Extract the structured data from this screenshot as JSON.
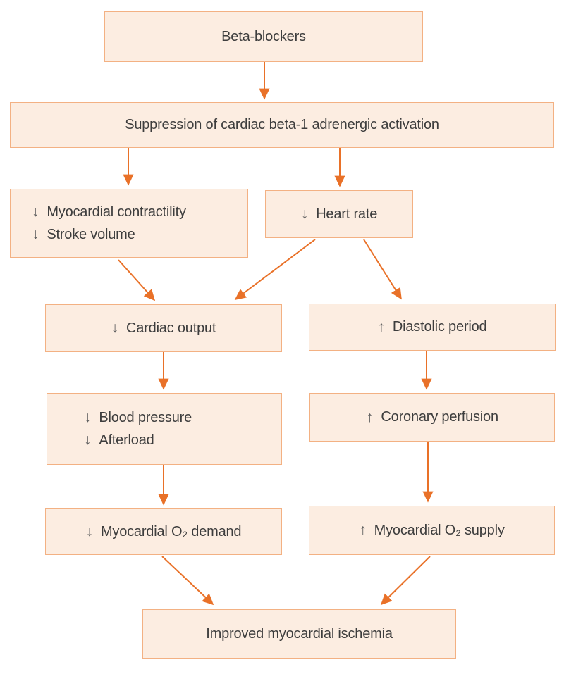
{
  "diagram": {
    "title": "Beta-blockers mechanism flowchart",
    "colors": {
      "box_fill": "#fcede1",
      "box_border": "#f3b183",
      "arrow": "#e97128",
      "text": "#3d3d3d",
      "glyph": "#5f5f5f",
      "background": "#ffffff"
    },
    "nodes": {
      "beta": {
        "text": "Beta-blockers"
      },
      "suppression": {
        "text": "Suppression of cardiac beta-1 adrenergic activation"
      },
      "contractility": {
        "lines": [
          {
            "glyph": "↓",
            "text": "Myocardial contractility"
          },
          {
            "glyph": "↓",
            "text": "Stroke volume"
          }
        ]
      },
      "heart_rate": {
        "glyph": "↓",
        "text": "Heart rate"
      },
      "cardiac_output": {
        "glyph": "↓",
        "text": "Cardiac output"
      },
      "diastolic": {
        "glyph": "↑",
        "text": "Diastolic period"
      },
      "blood_pressure": {
        "lines": [
          {
            "glyph": "↓",
            "text": "Blood pressure"
          },
          {
            "glyph": "↓",
            "text": "Afterload"
          }
        ]
      },
      "coronary": {
        "glyph": "↑",
        "text": "Coronary perfusion"
      },
      "o2_demand": {
        "glyph": "↓",
        "text": "Myocardial O₂ demand"
      },
      "o2_supply": {
        "glyph": "↑",
        "text": "Myocardial O₂ supply"
      },
      "improved": {
        "text": "Improved myocardial ischemia"
      }
    },
    "edges": [
      {
        "from": "beta",
        "to": "suppression"
      },
      {
        "from": "suppression",
        "to": "contractility"
      },
      {
        "from": "suppression",
        "to": "heart_rate"
      },
      {
        "from": "contractility",
        "to": "cardiac_output"
      },
      {
        "from": "heart_rate",
        "to": "cardiac_output"
      },
      {
        "from": "heart_rate",
        "to": "diastolic"
      },
      {
        "from": "cardiac_output",
        "to": "blood_pressure"
      },
      {
        "from": "diastolic",
        "to": "coronary"
      },
      {
        "from": "blood_pressure",
        "to": "o2_demand"
      },
      {
        "from": "coronary",
        "to": "o2_supply"
      },
      {
        "from": "o2_demand",
        "to": "improved"
      },
      {
        "from": "o2_supply",
        "to": "improved"
      }
    ]
  }
}
